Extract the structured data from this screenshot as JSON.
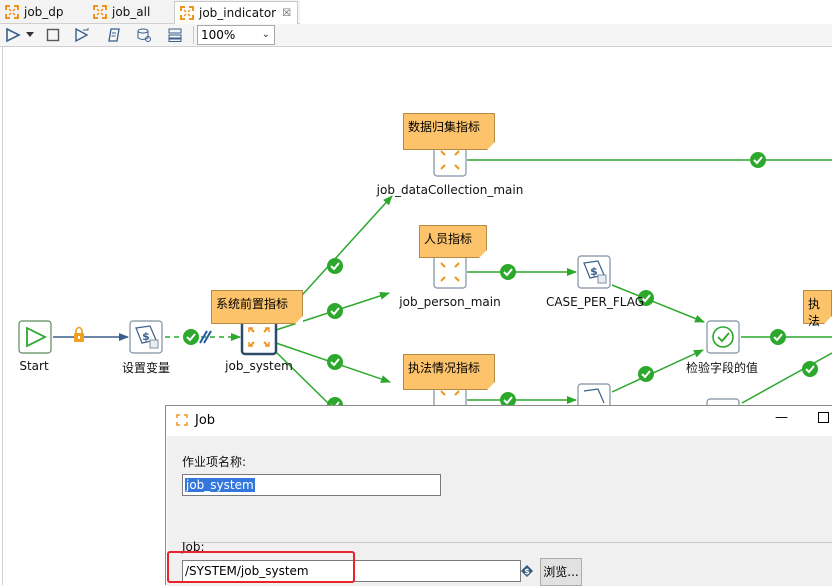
{
  "tabs": [
    {
      "label": "job_dp",
      "active": false,
      "icon": "job-icon"
    },
    {
      "label": "job_all",
      "active": false,
      "icon": "job-icon"
    },
    {
      "label": "job_indicator",
      "active": true,
      "icon": "job-icon",
      "close": "☒"
    }
  ],
  "toolbar": {
    "buttons": [
      "run-icon",
      "dropdown-icon",
      "stop-icon",
      "preview-icon",
      "replay-icon",
      "sql-icon",
      "layout-icon"
    ],
    "zoom_value": "100%"
  },
  "canvas": {
    "nodes": {
      "start": "Start",
      "set_vars": "设置变量",
      "job_system": "job_system",
      "job_dataCollection": "job_dataCollection_main",
      "job_person": "job_person_main",
      "case_per_flag": "CASE_PER_FLAG",
      "check_fields": "检验字段的值"
    },
    "notes": {
      "data_collection": "数据归集指标",
      "person": "人员指标",
      "system_pre": "系统前置指标",
      "enforcement": "执法情况指标",
      "enforcement_cut": "执法"
    }
  },
  "dialog": {
    "title": "Job",
    "icon": "job-icon",
    "minimize": "—",
    "name_label": "作业项名称:",
    "name_value": "job_system",
    "job_label": "Job:",
    "job_path": "/SYSTEM/job_system",
    "browse_label": "浏览..."
  },
  "colors": {
    "hop_success": "#2ca82c",
    "note_bg": "#fcc36b",
    "highlight": "#e8232a",
    "selection": "#3377dd"
  }
}
